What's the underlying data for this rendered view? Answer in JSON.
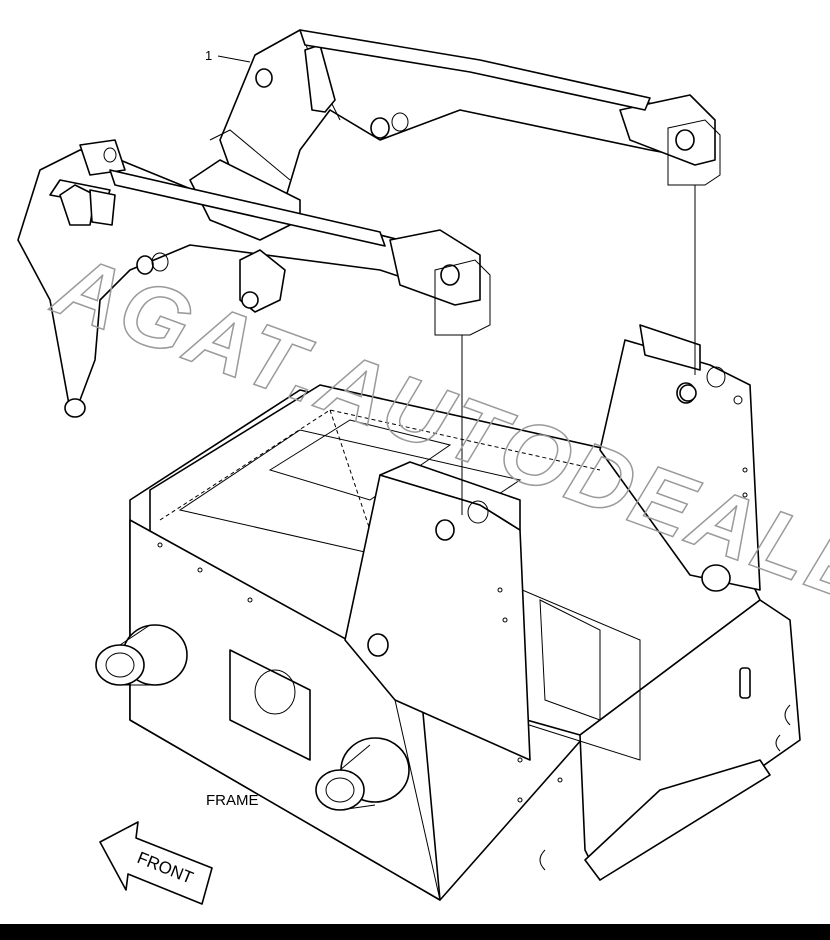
{
  "callout_number": "1",
  "frame_label": "FRAME",
  "front_arrow_label": "FRONT",
  "watermark_text": "AGAT.AUTODEALER.RU",
  "colors": {
    "line": "#000000",
    "background": "#ffffff",
    "watermark": "#9a9a9a",
    "bottom_band": "#000000"
  }
}
